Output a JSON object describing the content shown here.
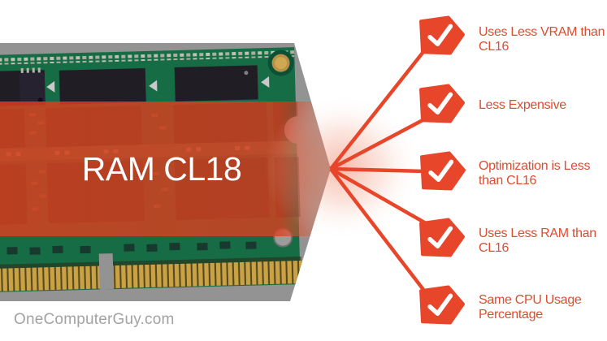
{
  "header": {
    "title": "RAM CL18"
  },
  "benefits": [
    {
      "label": "Uses Less VRAM than CL16",
      "icon": "check-icon"
    },
    {
      "label": "Less Expensive",
      "icon": "check-icon"
    },
    {
      "label": "Optimization is Less than CL16",
      "icon": "check-icon"
    },
    {
      "label": "Uses Less RAM than CL16",
      "icon": "check-icon"
    },
    {
      "label": "Same CPU Usage Percentage",
      "icon": "check-icon"
    }
  ],
  "watermark": {
    "text": "OneComputerGuy.com"
  },
  "colors": {
    "accent": "#e8462a",
    "label_text": "#de4c31",
    "overlay_red": "#df3e1e",
    "pcb_green": "#156c45",
    "photo_background": "#939393",
    "title_text": "#ffffff",
    "watermark_text": "#a2a2a2"
  }
}
